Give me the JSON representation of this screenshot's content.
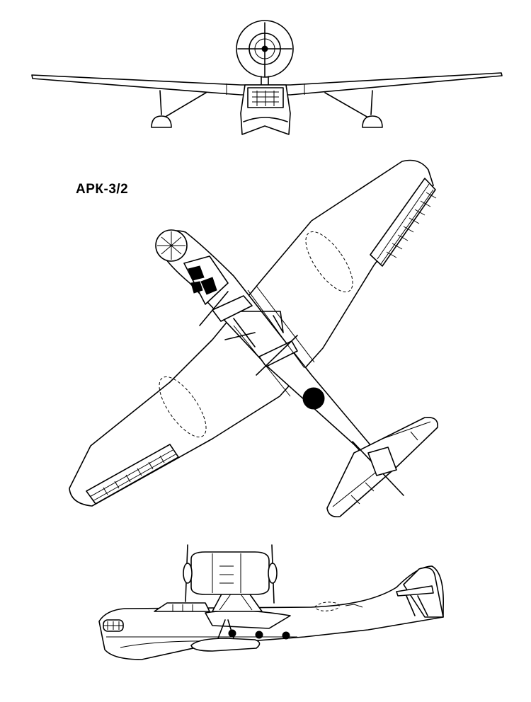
{
  "drawing": {
    "designation": "АРК-3/2",
    "views": [
      "front-view",
      "top-view",
      "side-view"
    ],
    "marking": {
      "roundel_color": "#000000"
    },
    "line_color": "#000000",
    "background": "#ffffff"
  }
}
